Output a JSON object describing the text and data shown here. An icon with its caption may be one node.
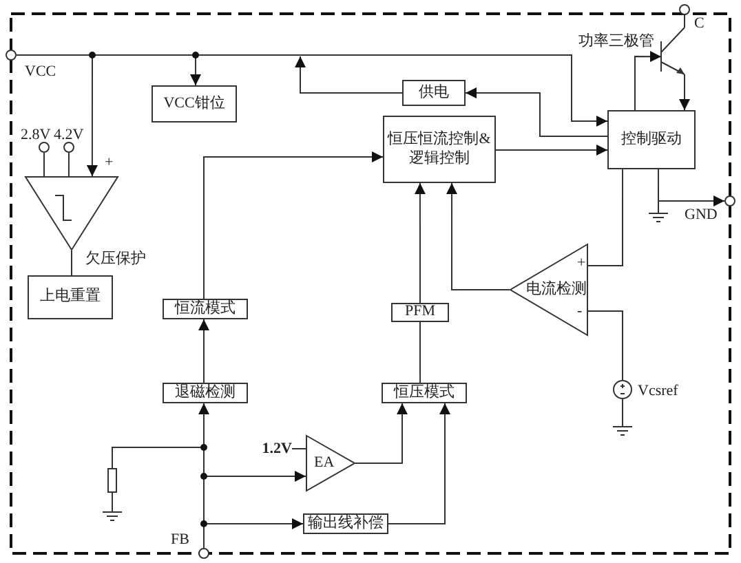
{
  "diagram": {
    "nodes": [
      {
        "text": [],
        "shape": "circle",
        "beside": [
          "VCC"
        ]
      },
      {
        "text": [],
        "shape": "circle",
        "beside": [
          "C"
        ]
      },
      {
        "text": [],
        "shape": "transistor",
        "beside": [
          "功率三极管"
        ]
      },
      {
        "text": [
          "VCC钳位"
        ]
      },
      {
        "text": [
          "供电"
        ]
      },
      {
        "text": [
          "恒压恒流控制&逻辑控制"
        ]
      },
      {
        "text": [
          "控制驱动"
        ]
      },
      {
        "text": [],
        "shape": "circle",
        "beside": [
          "2.8V"
        ]
      },
      {
        "text": [],
        "shape": "circle",
        "beside": [
          "4.2V"
        ]
      },
      {
        "text": [],
        "shape": "triangle",
        "beside": [
          "欠压保护"
        ]
      },
      {
        "text": [],
        "shape": "circle",
        "beside": [
          "GND"
        ]
      },
      {
        "text": [
          "上电重置"
        ]
      },
      {
        "text": [
          "电流检测"
        ]
      },
      {
        "text": [
          "恒流模式"
        ]
      },
      {
        "text": [
          "PFM"
        ]
      },
      {
        "text": [],
        "shape": "circle",
        "beside": [
          "Vcsref"
        ]
      },
      {
        "text": [
          "退磁检测"
        ]
      },
      {
        "text": [
          "恒压模式"
        ]
      },
      {
        "text": [
          "1.2V"
        ]
      },
      {
        "text": [
          "EA"
        ]
      },
      {
        "text": [],
        "shape": "resistor"
      },
      {
        "text": [
          "输出线补偿"
        ]
      },
      {
        "text": [],
        "shape": "circle",
        "beside": [
          "FB"
        ]
      }
    ],
    "edges": [
      {
        "from": 0,
        "to": 9,
        "arrow": "to"
      },
      {
        "from": 0,
        "to": 3,
        "arrow": "to"
      },
      {
        "from": 0,
        "to": 6,
        "arrow": "to"
      },
      {
        "from": 6,
        "to": 4,
        "arrow": "to"
      },
      {
        "from": 4,
        "to": null,
        "arrow": "to"
      },
      {
        "from": 7,
        "to": 9,
        "arrow": "none"
      },
      {
        "from": 8,
        "to": 9,
        "arrow": "none"
      },
      {
        "from": 9,
        "to": 11,
        "arrow": "none"
      },
      {
        "from": 5,
        "to": 6,
        "arrow": "to"
      },
      {
        "from": 6,
        "to": 2,
        "arrow": "to"
      },
      {
        "from": 2,
        "to": 6,
        "arrow": "to"
      },
      {
        "from": 1,
        "to": 2,
        "arrow": "none"
      },
      {
        "from": 6,
        "to": 10,
        "arrow": "to"
      },
      {
        "from": 6,
        "to": 12,
        "arrow": "none"
      },
      {
        "from": 12,
        "to": 5,
        "arrow": "to"
      },
      {
        "from": 15,
        "to": 12,
        "arrow": "none"
      },
      {
        "from": 14,
        "to": 5,
        "arrow": "to"
      },
      {
        "from": 17,
        "to": 14,
        "arrow": "none"
      },
      {
        "from": 13,
        "to": 5,
        "arrow": "to"
      },
      {
        "from": 16,
        "to": 13,
        "arrow": "to"
      },
      {
        "from": 22,
        "to": 16,
        "arrow": "to"
      },
      {
        "from": 22,
        "to": 19,
        "arrow": "to"
      },
      {
        "from": 22,
        "to": 21,
        "arrow": "to"
      },
      {
        "from": 22,
        "to": 20,
        "arrow": "none"
      },
      {
        "from": 18,
        "to": 19,
        "arrow": "none"
      },
      {
        "from": 19,
        "to": 17,
        "arrow": "to"
      },
      {
        "from": 21,
        "to": 17,
        "arrow": "to"
      }
    ],
    "labels": [
      "+",
      "+",
      "-"
    ]
  }
}
